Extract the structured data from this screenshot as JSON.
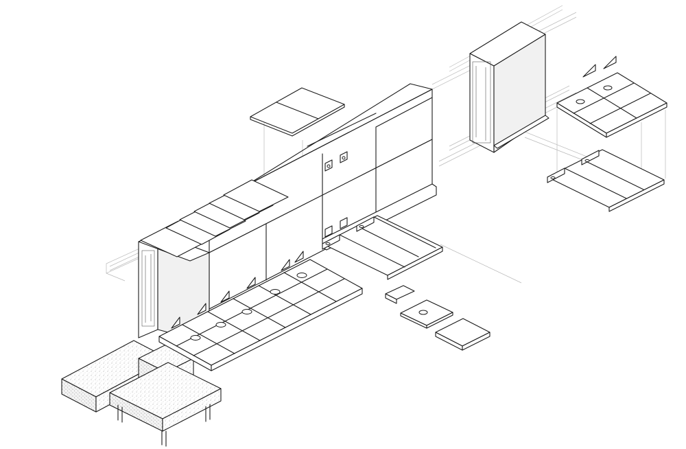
{
  "diagram": {
    "style": "exploded isometric line drawing",
    "colors": {
      "line": "#1a1a1a",
      "ghost": "#b9b9b9",
      "background": "#ffffff",
      "shade": "#f1f1f1"
    },
    "components": [
      "concrete-ground-beam",
      "concrete-pier-footing",
      "steel-frame-end",
      "wall-panel-row",
      "roof-panel-row",
      "floor-panel-grid",
      "floor-joist-bracket-set",
      "floor-panel-pieces",
      "upper-exploded-floor-assembly",
      "upper-frame-module"
    ]
  }
}
